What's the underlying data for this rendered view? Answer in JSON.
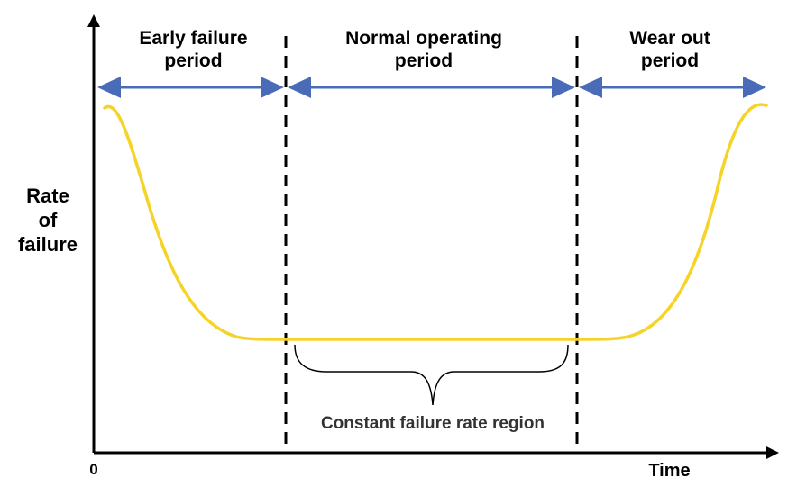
{
  "diagram": {
    "periods": [
      {
        "line1": "Early failure",
        "line2": "period"
      },
      {
        "line1": "Normal operating",
        "line2": "period"
      },
      {
        "line1": "Wear out",
        "line2": "period"
      }
    ],
    "y_axis_label": {
      "line1": "Rate",
      "line2": "of",
      "line3": "failure"
    },
    "x_axis_label": "Time",
    "origin_label": "0",
    "region_label": "Constant failure rate region",
    "colors": {
      "axis": "#000000",
      "curve": "#F5D327",
      "period_arrow": "#4A6BB8",
      "divider": "#000000",
      "brace": "#000000",
      "region_text": "#333333"
    }
  }
}
